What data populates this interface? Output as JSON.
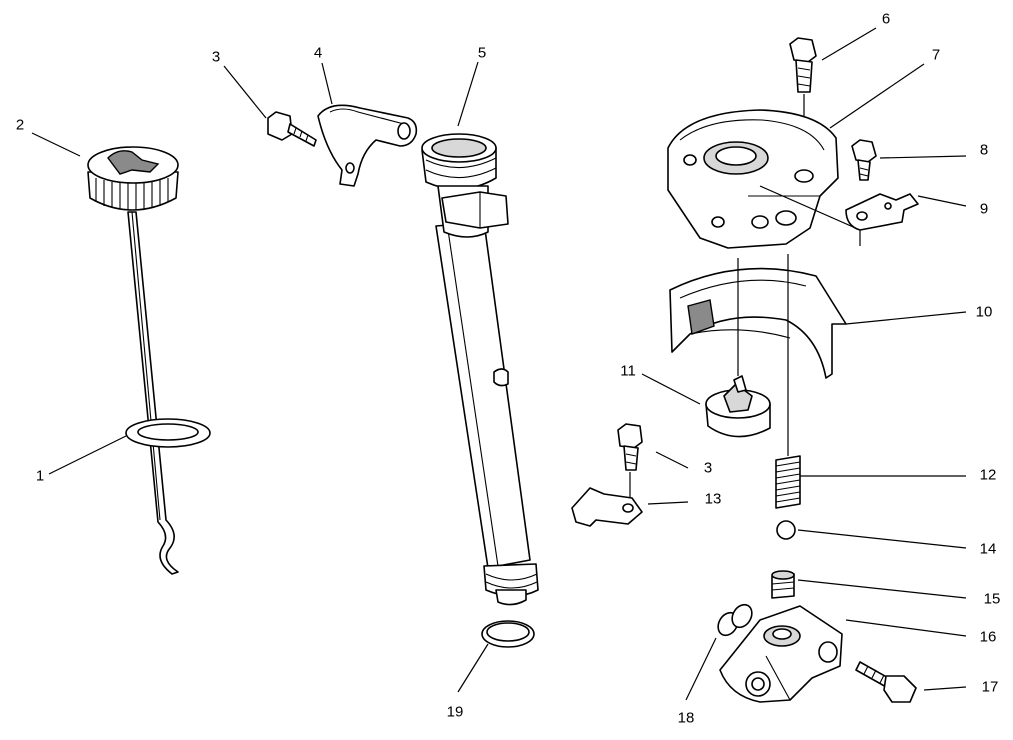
{
  "callouts": [
    {
      "id": "1",
      "label": "1"
    },
    {
      "id": "2",
      "label": "2"
    },
    {
      "id": "3a",
      "label": "3"
    },
    {
      "id": "4",
      "label": "4"
    },
    {
      "id": "5",
      "label": "5"
    },
    {
      "id": "6",
      "label": "6"
    },
    {
      "id": "7",
      "label": "7"
    },
    {
      "id": "8",
      "label": "8"
    },
    {
      "id": "9",
      "label": "9"
    },
    {
      "id": "10",
      "label": "10"
    },
    {
      "id": "11",
      "label": "11"
    },
    {
      "id": "3b",
      "label": "3"
    },
    {
      "id": "12",
      "label": "12"
    },
    {
      "id": "13",
      "label": "13"
    },
    {
      "id": "14",
      "label": "14"
    },
    {
      "id": "15",
      "label": "15"
    },
    {
      "id": "16",
      "label": "16"
    },
    {
      "id": "17",
      "label": "17"
    },
    {
      "id": "18",
      "label": "18"
    },
    {
      "id": "19",
      "label": "19"
    }
  ]
}
